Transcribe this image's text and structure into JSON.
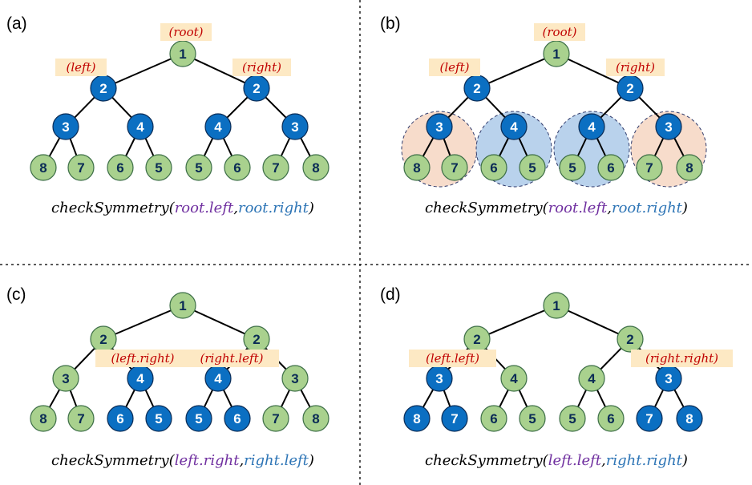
{
  "colors": {
    "green_fill": "#a9d18e",
    "green_stroke": "#3c6e46",
    "blue_fill": "#0b6fc2",
    "blue_stroke": "#0a2b55",
    "green_text": "#0a2b55",
    "blue_text": "#ffffff",
    "tag_bg": "#fde9c4",
    "tag_text": "#c00000",
    "purple": "#7030a0",
    "formula_blue": "#2e75b6",
    "salmon_circle": "#f7dccb",
    "blue_circle": "#b9d2ec",
    "circle_stroke": "#2f3a6b",
    "divider": "#222222"
  },
  "panels": [
    {
      "label": "(a)",
      "nodes": [
        "1",
        "2",
        "2",
        "3",
        "4",
        "4",
        "3",
        "8",
        "7",
        "6",
        "5",
        "5",
        "6",
        "7",
        "8"
      ],
      "node_colors": [
        "green",
        "blue",
        "blue",
        "blue",
        "blue",
        "blue",
        "blue",
        "green",
        "green",
        "green",
        "green",
        "green",
        "green",
        "green",
        "green"
      ],
      "tags": [
        {
          "text": "(root)",
          "node": 0,
          "side": "above"
        },
        {
          "text": "(left)",
          "node": 1,
          "side": "above"
        },
        {
          "text": "(right)",
          "node": 2,
          "side": "above"
        }
      ],
      "highlights": [],
      "formula": {
        "func": "checkSymmetry",
        "arg1": "root.left",
        "arg2": "root.right"
      }
    },
    {
      "label": "(b)",
      "nodes": [
        "1",
        "2",
        "2",
        "3",
        "4",
        "4",
        "3",
        "8",
        "7",
        "6",
        "5",
        "5",
        "6",
        "7",
        "8"
      ],
      "node_colors": [
        "green",
        "blue",
        "blue",
        "blue",
        "blue",
        "blue",
        "blue",
        "green",
        "green",
        "green",
        "green",
        "green",
        "green",
        "green",
        "green"
      ],
      "tags": [
        {
          "text": "(root)",
          "node": 0,
          "side": "above"
        },
        {
          "text": "(left)",
          "node": 1,
          "side": "above"
        },
        {
          "text": "(right)",
          "node": 2,
          "side": "above"
        }
      ],
      "highlights": [
        {
          "node": 3,
          "color": "salmon"
        },
        {
          "node": 4,
          "color": "blue"
        },
        {
          "node": 5,
          "color": "blue"
        },
        {
          "node": 6,
          "color": "salmon"
        }
      ],
      "formula": {
        "func": "checkSymmetry",
        "arg1": "root.left",
        "arg2": "root.right"
      }
    },
    {
      "label": "(c)",
      "nodes": [
        "1",
        "2",
        "2",
        "3",
        "4",
        "4",
        "3",
        "8",
        "7",
        "6",
        "5",
        "5",
        "6",
        "7",
        "8"
      ],
      "node_colors": [
        "green",
        "green",
        "green",
        "green",
        "blue",
        "blue",
        "green",
        "green",
        "green",
        "blue",
        "blue",
        "blue",
        "blue",
        "green",
        "green"
      ],
      "tags": [
        {
          "text": "(left.right)",
          "node": 4,
          "side": "above"
        },
        {
          "text": "(right.left)",
          "node": 5,
          "side": "above"
        }
      ],
      "highlights": [],
      "formula": {
        "func": "checkSymmetry",
        "arg1": "left.right",
        "arg2": "right.left"
      }
    },
    {
      "label": "(d)",
      "nodes": [
        "1",
        "2",
        "2",
        "3",
        "4",
        "4",
        "3",
        "8",
        "7",
        "6",
        "5",
        "5",
        "6",
        "7",
        "8"
      ],
      "node_colors": [
        "green",
        "green",
        "green",
        "blue",
        "green",
        "green",
        "blue",
        "blue",
        "blue",
        "green",
        "green",
        "green",
        "green",
        "blue",
        "blue"
      ],
      "tags": [
        {
          "text": "(left.left)",
          "node": 3,
          "side": "above"
        },
        {
          "text": "(right.right)",
          "node": 6,
          "side": "above"
        }
      ],
      "highlights": [],
      "formula": {
        "func": "checkSymmetry",
        "arg1": "left.left",
        "arg2": "right.right"
      }
    }
  ]
}
